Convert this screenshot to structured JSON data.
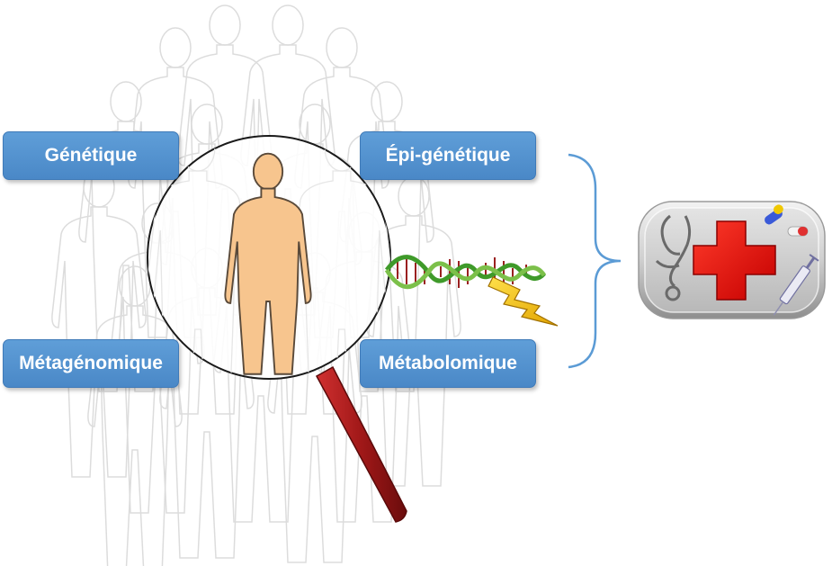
{
  "labels": {
    "genetique": "Génétique",
    "epigenetique": "Épi-génétique",
    "metagenomique": "Métagénomique",
    "metabolomique": "Métabolomique"
  },
  "colors": {
    "box_fill": "#4f8fcf",
    "bracket": "#5b9bd5",
    "body_skin": "#f7c58e",
    "handle": "#a01818",
    "cross": "#e01010",
    "dna_green": "#3f9a2a",
    "lightning": "#f2c200"
  },
  "icons": {
    "background": "crowd-silhouettes-icon",
    "person": "human-body-icon",
    "magnifier": "magnifying-glass-icon",
    "dna": "dna-helix-icon",
    "lightning": "lightning-bolt-icon",
    "medical": "medical-kit-icon"
  }
}
